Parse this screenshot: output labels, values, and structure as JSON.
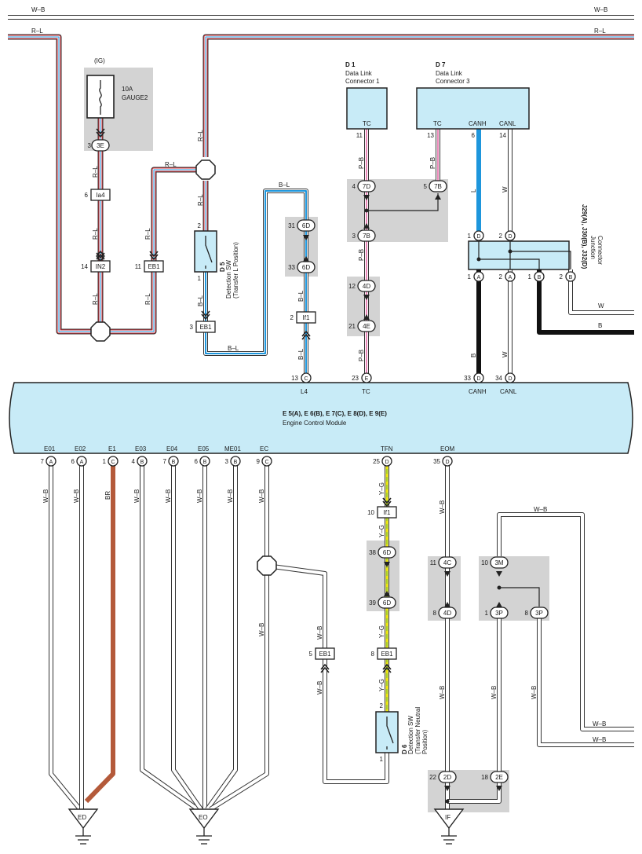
{
  "wire_labels": {
    "wb": "W–B",
    "rl": "R–L",
    "bl": "B–L",
    "pb": "P–B",
    "l": "L",
    "w": "W",
    "b": "B",
    "br": "BR",
    "yg": "Y–G"
  },
  "fuse": {
    "ig": "(IG)",
    "rating": "10A",
    "name": "GAUGE2",
    "pin": "3",
    "conn": "3E"
  },
  "connectors": {
    "ia4": "Ia4",
    "in2": "IN2",
    "eb1": "EB1",
    "if1": "If1",
    "c7d": "7D",
    "c7b": "7B",
    "c6d": "6D",
    "c4d": "4D",
    "c4e": "4E",
    "c4c": "4C",
    "c3m": "3M",
    "c3p": "3P",
    "c2d": "2D",
    "c2e": "2E"
  },
  "pins": {
    "p2": "2",
    "p1": "1",
    "p3": "3",
    "p4": "4",
    "p5": "5",
    "p6": "6",
    "p7": "7",
    "p8": "8",
    "p9": "9",
    "p10": "10",
    "p11": "11",
    "p12": "12",
    "p13": "13",
    "p14": "14",
    "p18": "18",
    "p21": "21",
    "p22": "22",
    "p23": "23",
    "p25": "25",
    "p31": "31",
    "p33": "33",
    "p34": "34",
    "p35": "35",
    "p38": "38",
    "p39": "39",
    "la": "A",
    "lb": "B",
    "lc": "C",
    "ld": "D",
    "le": "E"
  },
  "d1": {
    "id": "D 1",
    "line1": "Data Link",
    "line2": "Connector 1",
    "pin": "TC"
  },
  "d7": {
    "id": "D 7",
    "line1": "Data Link",
    "line2": "Connector 3",
    "tc": "TC",
    "canh": "CANH",
    "canl": "CANL"
  },
  "d5": {
    "id": "D 5",
    "line1": "Detection SW",
    "line2": "(Transfer L Position)"
  },
  "d6": {
    "id": "D 6",
    "line1": "Detection SW",
    "line2": "(Transfer Neutral",
    "line3": "Position)"
  },
  "junction": {
    "id": "J29(A), J30(B), J32(D)",
    "line1": "Junction",
    "line2": "Connector"
  },
  "ecm": {
    "id": "E 5(A), E 6(B), E 7(C), E 8(D), E 9(E)",
    "name": "Engine Control Module",
    "top_pins": {
      "l4": "L4",
      "tc": "TC",
      "canh": "CANH",
      "canl": "CANL"
    },
    "bottom_pins": {
      "e01": "E01",
      "e02": "E02",
      "e1": "E1",
      "e03": "E03",
      "e04": "E04",
      "e05": "E05",
      "me01": "ME01",
      "ec": "EC",
      "tfn": "TFN",
      "eom": "EOM"
    }
  },
  "grounds": {
    "ed": "ED",
    "eo": "EO",
    "if": "IF"
  },
  "colors": {
    "red": "#d9363e",
    "blue": "#1e96dc",
    "yellow": "#e8e000",
    "green": "#6cbf3c",
    "pink": "#e986b8",
    "brown": "#b45a3a",
    "connector_fill": "#c8ebf7",
    "panel": "#d3d3d3"
  }
}
